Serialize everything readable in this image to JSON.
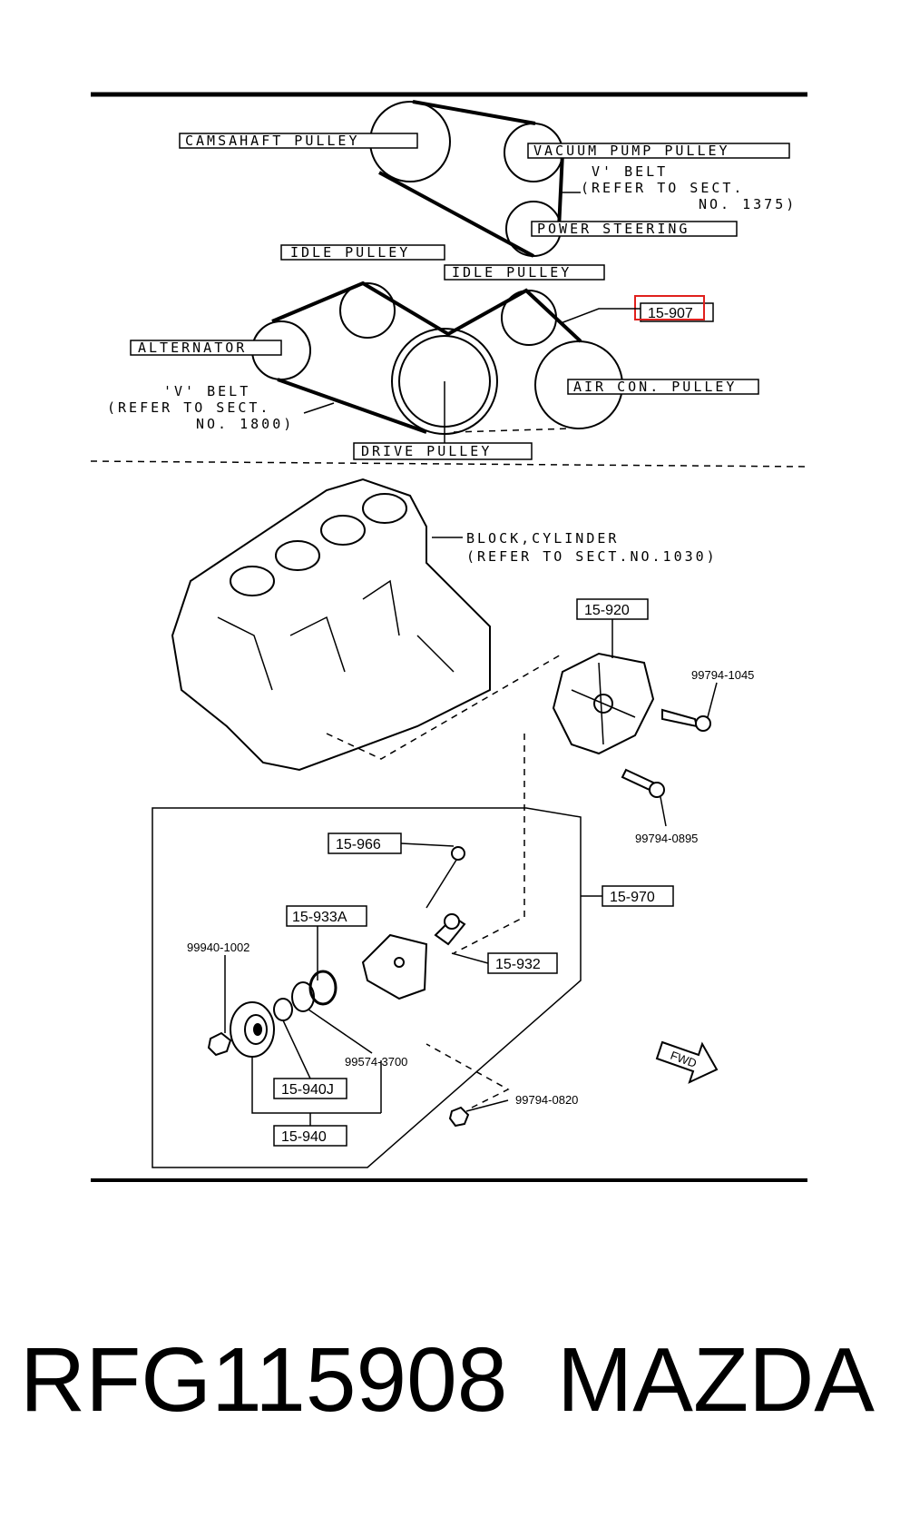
{
  "labels": {
    "camshaft_pulley": "CAMSAHAFT PULLEY",
    "vacuum_pump_pulley": "VACUUM PUMP PULLEY",
    "vbelt_upper_1": "V' BELT",
    "vbelt_upper_2": "(REFER TO SECT.",
    "vbelt_upper_3": "NO. 1375)",
    "power_steering": "POWER STEERING",
    "idle_pulley_left": "IDLE PULLEY",
    "idle_pulley_right": "IDLE PULLEY",
    "highlight_part": "15-907",
    "alternator": "ALTERNATOR",
    "air_con_pulley": "AIR CON. PULLEY",
    "vbelt_lower_1": "'V' BELT",
    "vbelt_lower_2": "(REFER TO SECT.",
    "vbelt_lower_3": "NO. 1800)",
    "drive_pulley": "DRIVE PULLEY",
    "block_cylinder_1": "BLOCK,CYLINDER",
    "block_cylinder_2": "(REFER TO SECT.NO.1030)",
    "p15_920": "15-920",
    "p99794_1045": "99794-1045",
    "p99794_0895": "99794-0895",
    "p15_966": "15-966",
    "p15_970": "15-970",
    "p15_933A": "15-933A",
    "p15_932": "15-932",
    "p99940_1002": "99940-1002",
    "p99574_3700": "99574-3700",
    "p15_940J": "15-940J",
    "p15_940": "15-940",
    "p99794_0820": "99794-0820",
    "fwd": "FWD"
  },
  "highlight_color": "#e0201c",
  "footer": {
    "part_number": "RFG115908",
    "brand": "MAZDA"
  }
}
